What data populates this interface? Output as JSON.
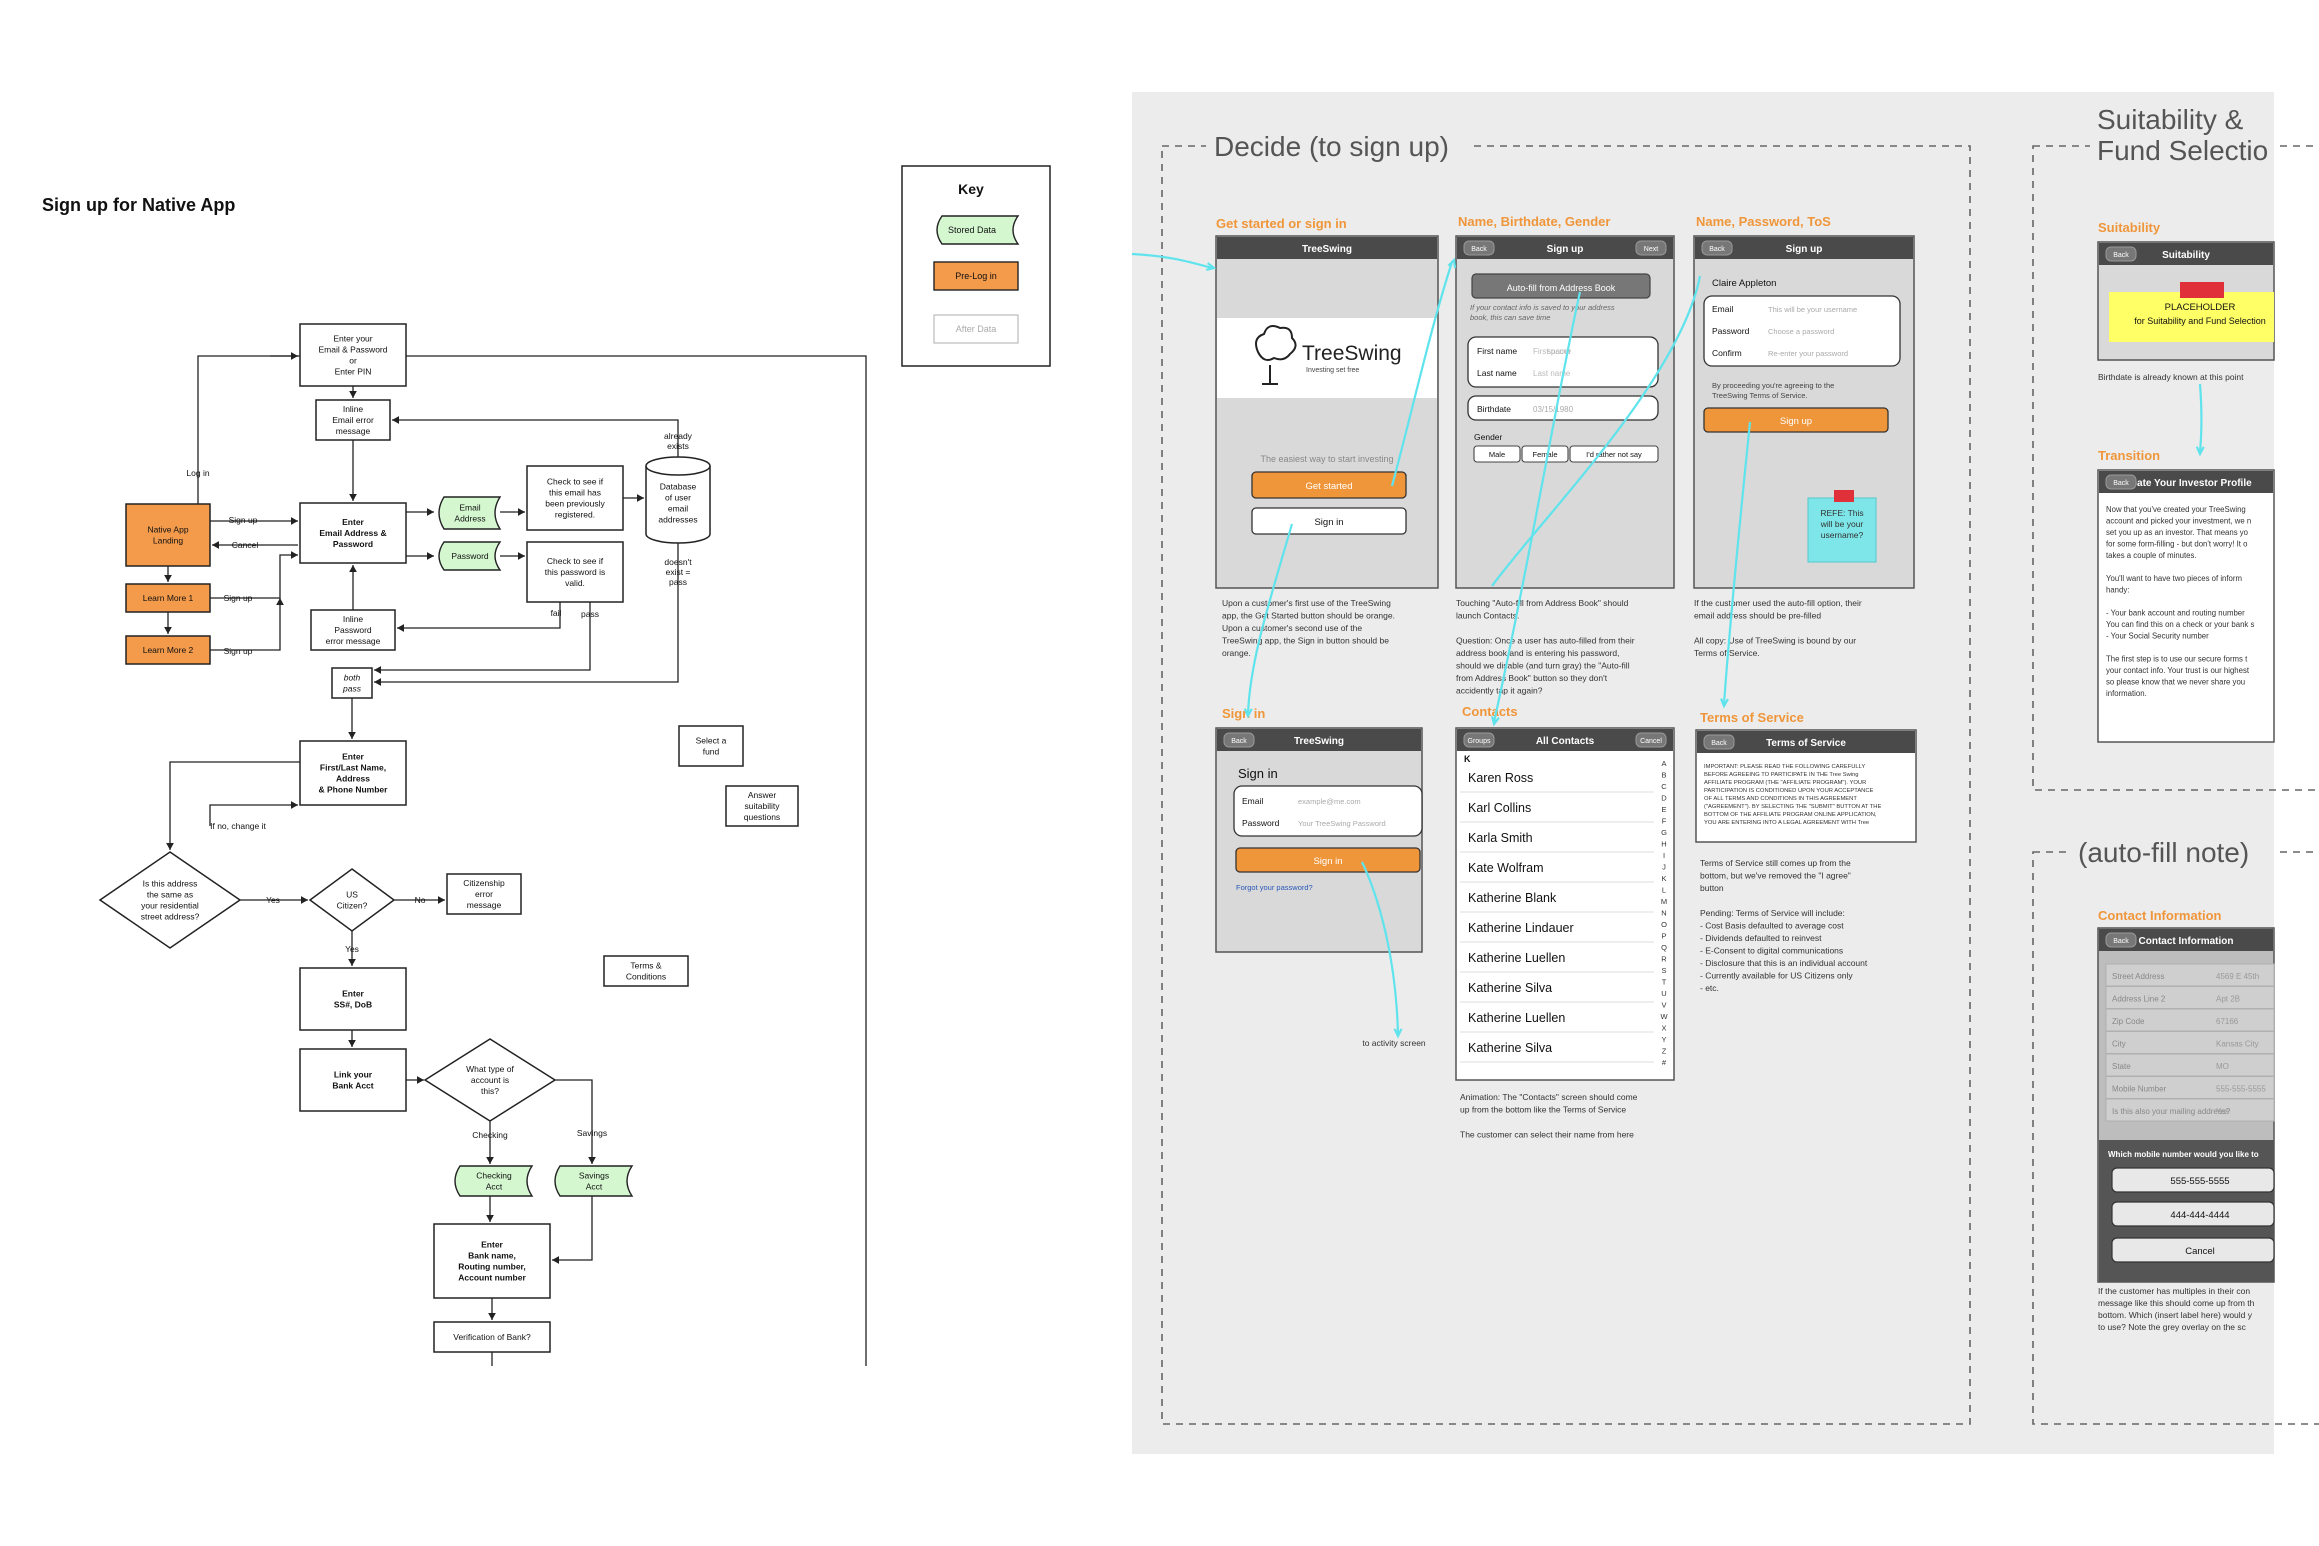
{
  "flowchart": {
    "title": "Sign up for Native App",
    "nodes": {
      "enter_email_pin": [
        "Enter your",
        "Email & Password",
        "or",
        "Enter PIN"
      ],
      "inline_email_error": [
        "Inline",
        "Email error",
        "message"
      ],
      "native_app_landing": [
        "Native App",
        "Landing"
      ],
      "learn_more_1": [
        "Learn More 1"
      ],
      "learn_more_2": [
        "Learn More 2"
      ],
      "enter_email_password": [
        "Enter",
        "Email Address &",
        "Password"
      ],
      "email_address_data": [
        "Email",
        "Address"
      ],
      "password_data": [
        "Password"
      ],
      "check_email": [
        "Check to see if",
        "this email has",
        "been previously",
        "registered."
      ],
      "check_password": [
        "Check to see if",
        "this password is",
        "valid."
      ],
      "database": [
        "Database",
        "of user",
        "email",
        "addresses"
      ],
      "inline_password_error": [
        "Inline",
        "Password",
        "error message"
      ],
      "both_pass": [
        "both",
        "pass"
      ],
      "enter_name_address": [
        "Enter",
        "First/Last Name,",
        "Address",
        "& Phone Number"
      ],
      "address_question": [
        "Is this address",
        "the same as",
        "your residential",
        "street address?"
      ],
      "us_citizen": [
        "US",
        "Citizen?"
      ],
      "citizenship_error": [
        "Citizenship",
        "error",
        "message"
      ],
      "enter_ssn": [
        "Enter",
        "SS#, DoB"
      ],
      "link_bank": [
        "Link your",
        "Bank Acct"
      ],
      "account_type": [
        "What type of",
        "account is",
        "this?"
      ],
      "checking_acct": [
        "Checking",
        "Acct"
      ],
      "savings_acct": [
        "Savings",
        "Acct"
      ],
      "enter_bank_info": [
        "Enter",
        "Bank name,",
        "Routing number,",
        "Account number"
      ],
      "verification": [
        "Verification of Bank?"
      ],
      "select_fund": [
        "Select a",
        "fund"
      ],
      "answer_suitability": [
        "Answer",
        "suitability",
        "questions"
      ],
      "terms_conditions": [
        "Terms &",
        "Conditions"
      ]
    },
    "edge_labels": {
      "log_in": "Log in",
      "sign_up": "Sign up",
      "cancel": "Cancel",
      "already_exists": [
        "already",
        "exists"
      ],
      "doesnt_exist": [
        "doesn't",
        "exist =",
        "pass"
      ],
      "fail": "fail",
      "pass": "pass",
      "if_no": "If no, change it",
      "yes": "Yes",
      "no": "No",
      "checking": "Checking",
      "savings": "Savings"
    },
    "key": {
      "title": "Key",
      "stored_data": "Stored Data",
      "pre_log_in": "Pre-Log in",
      "after_data": "After Data"
    }
  },
  "board": {
    "section_decide": "Decide (to sign up)",
    "section_suitability": [
      "Suitability &",
      "Fund Selectio"
    ],
    "section_autofill": "(auto-fill note)",
    "screens": {
      "get_started": {
        "heading": "Get started or sign in",
        "title": "TreeSwing",
        "logo": "TreeSwing",
        "tagline": "Investing set free",
        "subtitle": "The easiest way to start investing",
        "get_started_button": "Get started",
        "sign_in_button": "Sign in",
        "note": [
          "Upon a customer's first use of the TreeSwing",
          "app, the Get Started button should be orange.",
          "Upon a customer's second use of the",
          "TreeSwing app, the Sign in button should be",
          "orange."
        ]
      },
      "name_birthdate": {
        "heading": "Name, Birthdate, Gender",
        "back": "Back",
        "title": "Sign up",
        "next": "Next",
        "autofill_button": "Auto-fill from Address Book",
        "autofill_hint": [
          "If your contact info is saved to your address",
          "book, this can save time"
        ],
        "first_name_label": "First name",
        "first_name_placeholder": "First name",
        "last_name_label": "Last name",
        "last_name_placeholder": "Last name",
        "birthdate_label": "Birthdate",
        "birthdate_value": "03/15/1980",
        "gender_label": "Gender",
        "gender_options": [
          "Male",
          "Female",
          "I'd rather not say"
        ],
        "note": [
          "Touching \"Auto-fill from Address Book\" should",
          "launch Contacts.",
          "",
          "Question: Once a user has auto-filled from their",
          "address book and is entering his password,",
          "should we disable (and turn gray) the \"Auto-fill",
          "from Address Book\" button so they don't",
          "accidently tap it again?"
        ]
      },
      "name_password_tos": {
        "heading": "Name, Password, ToS",
        "back": "Back",
        "title": "Sign up",
        "user_name": "Claire Appleton",
        "email_label": "Email",
        "email_placeholder": "This will be your username",
        "password_label": "Password",
        "password_placeholder": "Choose a password",
        "confirm_label": "Confirm",
        "confirm_placeholder": "Re-enter your password",
        "agree_text": [
          "By proceeding you're agreeing to the",
          "TreeSwing Terms of Service."
        ],
        "sign_up_button": "Sign up",
        "sticky_note": [
          "REFE: This",
          "will be your",
          "username?"
        ],
        "note": [
          "If the customer used the auto-fill option, their",
          "email address should be pre-filled",
          "",
          "All copy: Use of TreeSwing is bound by our",
          "Terms of Service."
        ]
      },
      "sign_in": {
        "heading": "Sign in",
        "back": "Back",
        "title": "TreeSwing",
        "form_title": "Sign in",
        "email_label": "Email",
        "email_placeholder": "example@me.com",
        "password_label": "Password",
        "password_placeholder": "Your TreeSwing Password",
        "sign_in_button": "Sign in",
        "forgot_link": "Forgot your password?",
        "note": "to activity screen"
      },
      "contacts": {
        "heading": "Contacts",
        "groups": "Groups",
        "title": "All Contacts",
        "cancel": "Cancel",
        "section_letter": "K",
        "items": [
          "Karen Ross",
          "Karl Collins",
          "Karla Smith",
          "Kate Wolfram",
          "Katherine Blank",
          "Katherine Lindauer",
          "Katherine Luellen",
          "Katherine Silva",
          "Katherine Luellen",
          "Katherine Silva"
        ],
        "alphabet": [
          "A",
          "B",
          "C",
          "D",
          "E",
          "F",
          "G",
          "H",
          "I",
          "J",
          "K",
          "L",
          "M",
          "N",
          "O",
          "P",
          "Q",
          "R",
          "S",
          "T",
          "U",
          "V",
          "W",
          "X",
          "Y",
          "Z",
          "#"
        ],
        "note": [
          "Animation: The \"Contacts\" screen should come",
          "up from the bottom like the Terms of Service",
          "",
          "The customer can select their name from here"
        ]
      },
      "terms_of_service": {
        "heading": "Terms of Service",
        "back": "Back",
        "title": "Terms of Service",
        "legal_text": [
          "IMPORTANT: PLEASE READ THE FOLLOWING CAREFULLY",
          "BEFORE AGREEING TO PARTICIPATE IN THE Tree Swing",
          "AFFILIATE PROGRAM (THE \"AFFILIATE PROGRAM\"). YOUR",
          "PARTICIPATION IS CONDITIONED UPON YOUR ACCEPTANCE",
          "OF ALL TERMS AND CONDITIONS IN THIS AGREEMENT",
          "(\"AGREEMENT\"). BY SELECTING THE \"SUBMIT\" BUTTON AT THE",
          "BOTTOM OF THE AFFILIATE PROGRAM ONLINE APPLICATION,",
          "YOU ARE ENTERING INTO A LEGAL AGREEMENT WITH Tree"
        ],
        "note": [
          "Terms of Service still comes up from the",
          "bottom, but we've removed the \"I agree\"",
          "button",
          "",
          "Pending: Terms of Service will include:",
          "- Cost Basis defaulted to average cost",
          "- Dividends defaulted to reinvest",
          "- E-Consent to digital communications",
          "- Disclosure that this is an individual account",
          "- Currently available for US Citizens only",
          "- etc."
        ]
      },
      "suitability": {
        "heading": "Suitability",
        "back": "Back",
        "title": "Suitability",
        "placeholder_title": "PLACEHOLDER",
        "placeholder_text": "for Suitability and Fund Selection",
        "note": "Birthdate is already known at this point"
      },
      "transition": {
        "heading": "Transition",
        "back": "Back",
        "title": "Create Your Investor Profile",
        "body": [
          "Now that you've created your TreeSwing",
          "account and picked your investment, we n",
          "set you up as an investor. That means yo",
          "for some form-filling - but don't worry! It o",
          "takes a couple of minutes.",
          "",
          "You'll want to have two pieces of inform",
          "handy:",
          "",
          "- Your bank account and routing number",
          "  You can find this on a check or your bank s",
          "- Your Social Security number",
          "",
          "The first step is to use our secure forms t",
          "your contact info. Your trust is our highest",
          "so please know that we never share you",
          "information."
        ]
      },
      "contact_information": {
        "heading": "Contact Information",
        "back": "Back",
        "title": "Contact Information",
        "fields": [
          {
            "label": "Street Address",
            "value": "4569 E 45th"
          },
          {
            "label": "Address Line 2",
            "value": "Apt 2B"
          },
          {
            "label": "Zip Code",
            "value": "67166"
          },
          {
            "label": "City",
            "value": "Kansas City"
          },
          {
            "label": "State",
            "value": "MO"
          },
          {
            "label": "Mobile Number",
            "value": "555-555-5555"
          },
          {
            "label": "Is this also your mailing address?",
            "value": "Yes"
          }
        ],
        "sheet_title": "Which mobile number would you like to",
        "options": [
          "555-555-5555",
          "444-444-4444"
        ],
        "cancel": "Cancel",
        "note": [
          "If the customer has multiples in their con",
          "message like this should come up from th",
          "bottom. Which (insert label here) would y",
          "to use? Note the grey overlay on the sc"
        ]
      }
    }
  },
  "colors": {
    "pre_login_orange": "#f39a4b",
    "stored_data_green": "#d4f7d0",
    "screen_heading_orange": "#f0963a",
    "connector_cyan": "#5fe3ec",
    "board_background": "#ececec",
    "sticky_teal": "#7ee6e8",
    "tape_red": "#e0303a",
    "placeholder_yellow": "#ffff66"
  }
}
